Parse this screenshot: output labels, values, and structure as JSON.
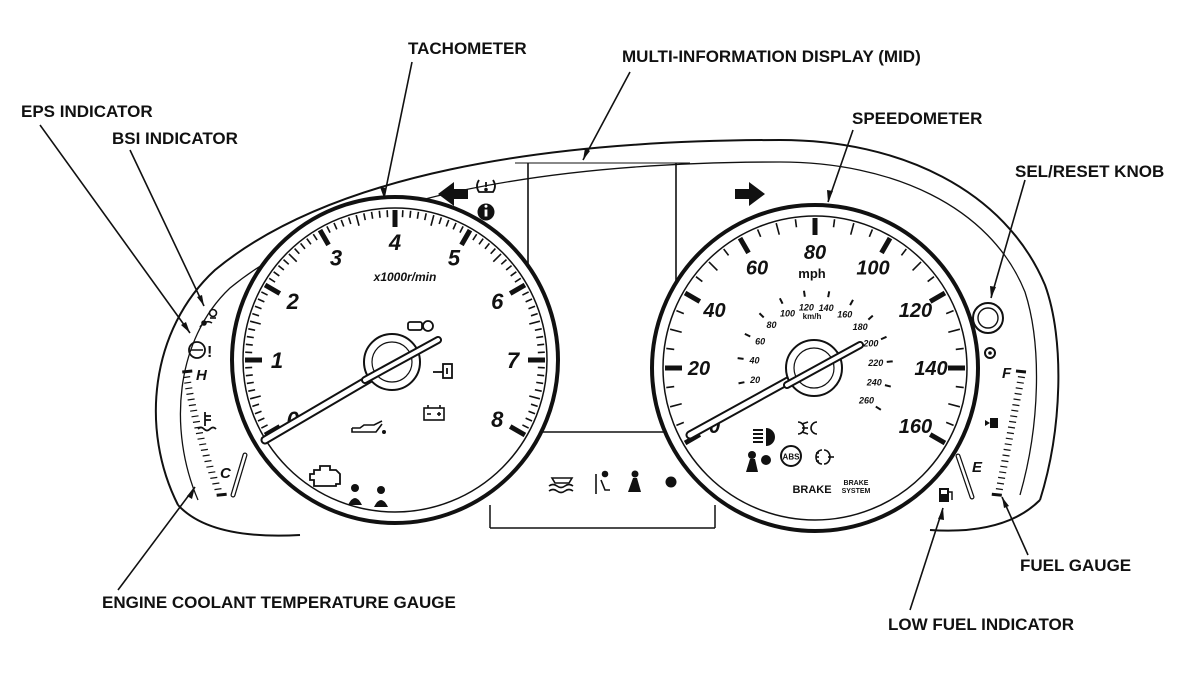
{
  "labels": {
    "tachometer": "TACHOMETER",
    "mid": "MULTI-INFORMATION DISPLAY (MID)",
    "eps": "EPS INDICATOR",
    "bsi": "BSI INDICATOR",
    "speedometer": "SPEEDOMETER",
    "sel_reset": "SEL/RESET KNOB",
    "coolant": "ENGINE COOLANT TEMPERATURE GAUGE",
    "fuel_gauge": "FUEL GAUGE",
    "low_fuel": "LOW FUEL INDICATOR"
  },
  "tach": {
    "numbers": [
      "0",
      "1",
      "2",
      "3",
      "4",
      "5",
      "6",
      "7",
      "8"
    ],
    "unit": "x1000r/min"
  },
  "speedo": {
    "mph_numbers": [
      "0",
      "20",
      "40",
      "60",
      "80",
      "100",
      "120",
      "140",
      "160"
    ],
    "mph_unit": "mph",
    "kmh_numbers": [
      "20",
      "40",
      "60",
      "80",
      "100",
      "120",
      "140",
      "160",
      "180",
      "200",
      "220",
      "240",
      "260"
    ],
    "kmh_unit": "km/h",
    "brake_text": "BRAKE",
    "brake_system_line1": "BRAKE",
    "brake_system_line2": "SYSTEM"
  },
  "temp_gauge": {
    "hot": "H",
    "cold": "C"
  },
  "fuel": {
    "full": "F",
    "empty": "E"
  },
  "icons": [
    "eps-icon",
    "bsi-icon",
    "left-turn-icon",
    "right-turn-icon",
    "tpms-icon",
    "info-icon",
    "key-icon",
    "cruise-icon",
    "oil-icon",
    "battery-icon",
    "check-engine-icon",
    "seatbelt-icon",
    "airbag-icon",
    "abs-icon",
    "fog-light-icon",
    "high-beam-icon",
    "low-beam-icon",
    "vsa-icon",
    "low-fuel-icon",
    "coolant-icon"
  ]
}
